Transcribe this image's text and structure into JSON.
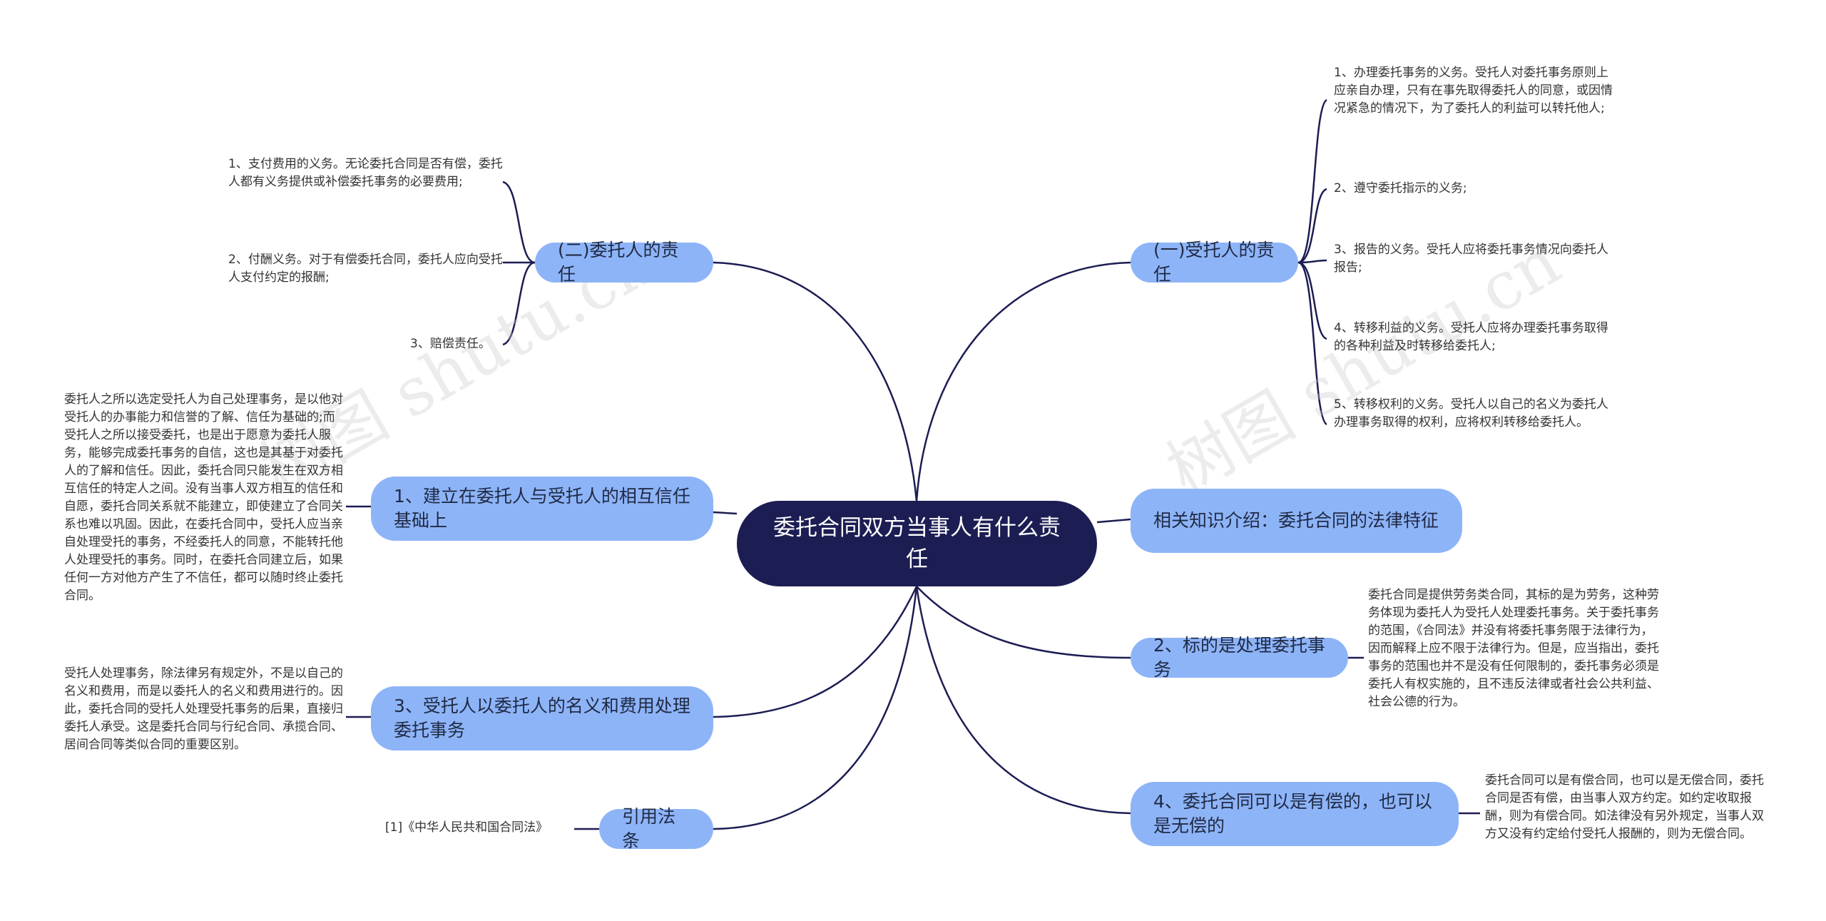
{
  "center": "委托合同双方当事人有什么责任",
  "branches": {
    "right_1": {
      "label": "(一)受托人的责任",
      "leaves": [
        "1、办理委托事务的义务。受托人对委托事务原则上应亲自办理，只有在事先取得委托人的同意，或因情况紧急的情况下，为了委托人的利益可以转托他人;",
        "2、遵守委托指示的义务;",
        "3、报告的义务。受托人应将委托事务情况向委托人报告;",
        "4、转移利益的义务。受托人应将办理委托事务取得的各种利益及时转移给委托人;",
        "5、转移权利的义务。受托人以自己的名义为委托人办理事务取得的权利，应将权利转移给委托人。"
      ]
    },
    "right_2": {
      "label": "相关知识介绍：委托合同的法律特征"
    },
    "right_3": {
      "label": "2、标的是处理委托事务",
      "leaf": "委托合同是提供劳务类合同，其标的是为劳务，这种劳务体现为委托人为受托人处理委托事务。关于委托事务的范围，《合同法》并没有将委托事务限于法律行为，因而解释上应不限于法律行为。但是，应当指出，委托事务的范围也并不是没有任何限制的，委托事务必须是委托人有权实施的，且不违反法律或者社会公共利益、社会公德的行为。"
    },
    "right_4": {
      "label": "4、委托合同可以是有偿的，也可以是无偿的",
      "leaf": "委托合同可以是有偿合同，也可以是无偿合同，委托合同是否有偿，由当事人双方约定。如约定收取报酬，则为有偿合同。如法律没有另外规定，当事人双方又没有约定给付受托人报酬的，则为无偿合同。"
    },
    "left_1": {
      "label": "(二)委托人的责任",
      "leaves": [
        "1、支付费用的义务。无论委托合同是否有偿，委托人都有义务提供或补偿委托事务的必要费用;",
        "2、付酬义务。对于有偿委托合同，委托人应向受托人支付约定的报酬;",
        "3、赔偿责任。"
      ]
    },
    "left_2": {
      "label": "1、建立在委托人与受托人的相互信任基础上",
      "leaf": "委托人之所以选定受托人为自己处理事务，是以他对受托人的办事能力和信誉的了解、信任为基础的;而受托人之所以接受委托，也是出于愿意为委托人服务，能够完成委托事务的自信，这也是其基于对委托人的了解和信任。因此，委托合同只能发生在双方相互信任的特定人之间。没有当事人双方相互的信任和自愿，委托合同关系就不能建立，即使建立了合同关系也难以巩固。因此，在委托合同中，受托人应当亲自处理受托的事务，不经委托人的同意，不能转托他人处理受托的事务。同时，在委托合同建立后，如果任何一方对他方产生了不信任，都可以随时终止委托合同。"
    },
    "left_3": {
      "label": "3、受托人以委托人的名义和费用处理委托事务",
      "leaf": "受托人处理事务，除法律另有规定外，不是以自己的名义和费用，而是以委托人的名义和费用进行的。因此，委托合同的受托人处理受托事务的后果，直接归委托人承受。这是委托合同与行纪合同、承揽合同、居间合同等类似合同的重要区别。"
    },
    "left_4": {
      "label": "引用法条",
      "leaf": "[1]《中华人民共和国合同法》"
    }
  },
  "watermarks": [
    "树图 shutu.cn",
    "树图 shutu.cn"
  ],
  "colors": {
    "center_bg": "#1c1d53",
    "node_bg": "#8eb4f8",
    "line": "#1c1d53"
  }
}
